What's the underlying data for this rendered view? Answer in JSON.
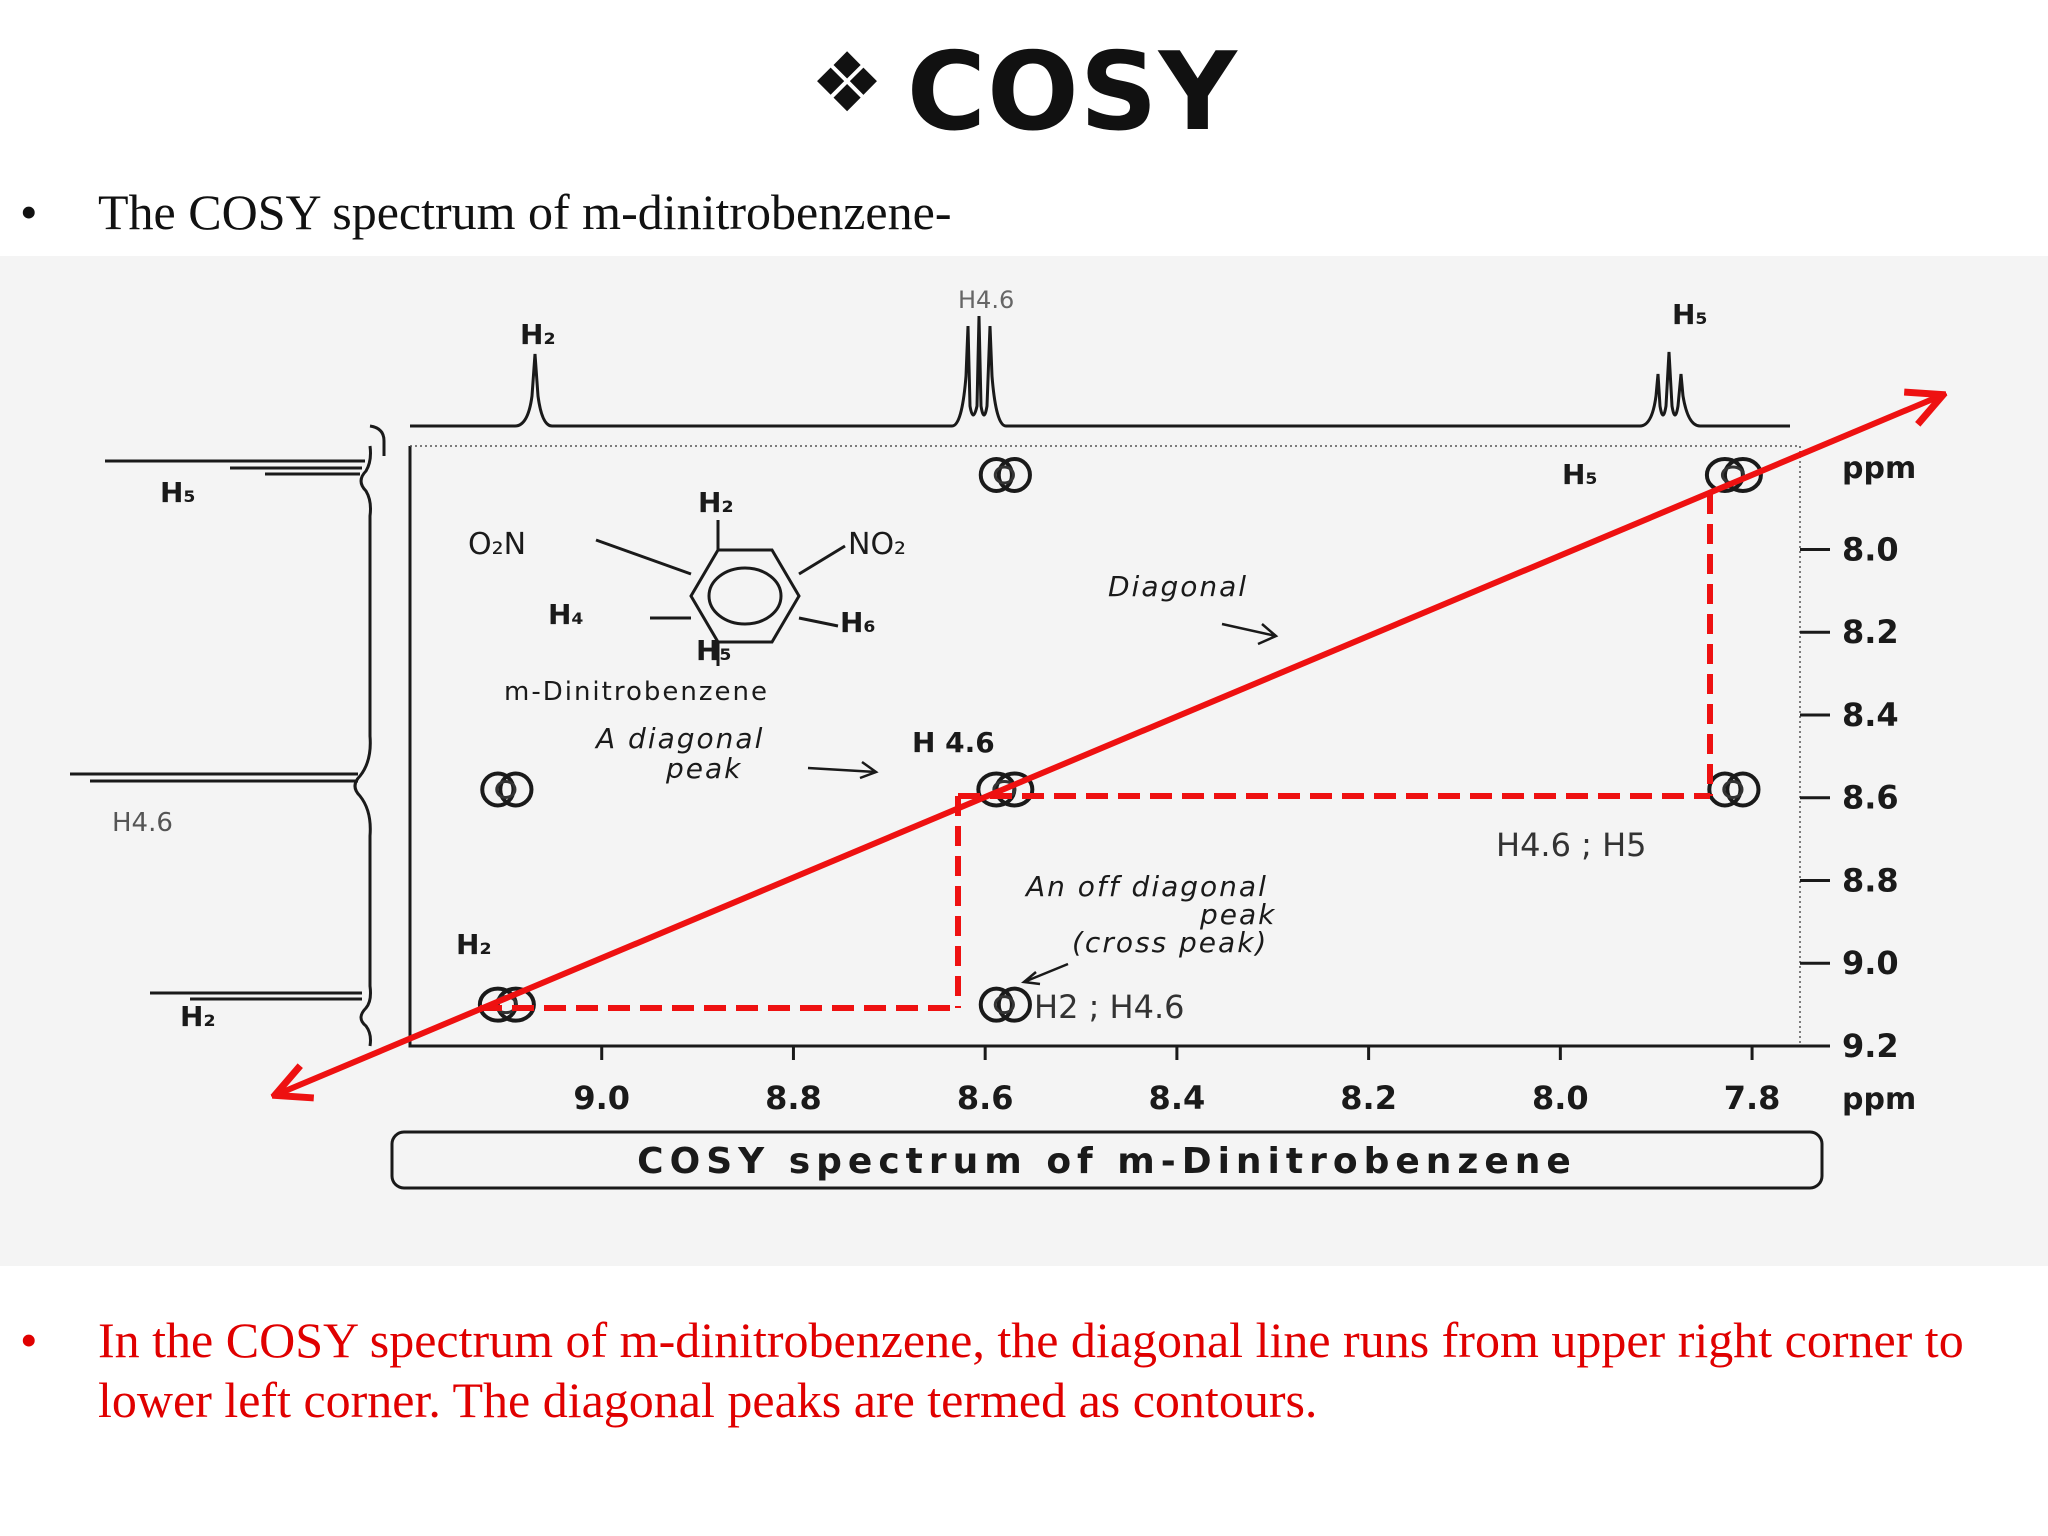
{
  "title": {
    "diamond_glyph": "❖",
    "text": "COSY"
  },
  "intro": {
    "bullet": "•",
    "text": "The COSY spectrum of m-dinitrobenzene-"
  },
  "note": {
    "bullet": "•",
    "text": "In the COSY spectrum of m-dinitrobenzene, the diagonal line runs from upper right corner to lower left corner. The diagonal peaks are termed as contours."
  },
  "spectrum": {
    "caption": "COSY spectrum of m-Dinitrobenzene",
    "axis_unit": "ppm",
    "x_axis": {
      "ticks": [
        9.0,
        8.8,
        8.6,
        8.4,
        8.2,
        8.0,
        7.8
      ],
      "range": [
        9.2,
        7.75
      ]
    },
    "y_axis": {
      "ticks": [
        8.0,
        8.2,
        8.4,
        8.6,
        8.8,
        9.0,
        9.2
      ],
      "range": [
        7.75,
        9.2
      ]
    },
    "top_projection_labels": [
      "H₂",
      "H4.6",
      "H₅"
    ],
    "left_projection_labels": [
      "H₅",
      "H4.6",
      "H₂"
    ],
    "molecule": {
      "name": "m-Dinitrobenzene",
      "h2": "H₂",
      "h4": "H₄",
      "h5": "H₅",
      "h6": "H₆",
      "o2n": "O₂N",
      "no2": "NO₂"
    },
    "annotations": {
      "diagonal": "Diagonal",
      "diagonal_peak_line1": "A diagonal",
      "diagonal_peak_line2": "peak",
      "diagonal_peak_label": "H 4.6",
      "h5_peak_label": "H₅",
      "h2_peak_label": "H₂",
      "cross_peak_line1": "An off diagonal",
      "cross_peak_line2": "peak",
      "cross_peak_line3": "(cross peak)",
      "cross_label_h46_h5": "H4.6 ; H5",
      "cross_label_h2_h46": "H2 ; H4.6"
    },
    "peaks": [
      {
        "id": "diag-h2",
        "x": 9.1,
        "y": 9.1,
        "type": "diagonal"
      },
      {
        "id": "diag-h46",
        "x": 8.58,
        "y": 8.58,
        "type": "diagonal"
      },
      {
        "id": "diag-h5",
        "x": 7.82,
        "y": 7.82,
        "type": "diagonal"
      },
      {
        "id": "cross-h46-h5",
        "x": 7.82,
        "y": 8.58,
        "type": "cross"
      },
      {
        "id": "cross-h2-h46",
        "x": 8.58,
        "y": 9.1,
        "type": "cross"
      },
      {
        "id": "cross-h46-h2",
        "x": 9.1,
        "y": 8.58,
        "type": "cross"
      },
      {
        "id": "cross-h5-h46",
        "x": 8.58,
        "y": 7.82,
        "type": "cross"
      }
    ],
    "colors": {
      "annotation_red": "#ee1111",
      "ink": "#1a1a1a",
      "note_red": "#e00000"
    }
  }
}
